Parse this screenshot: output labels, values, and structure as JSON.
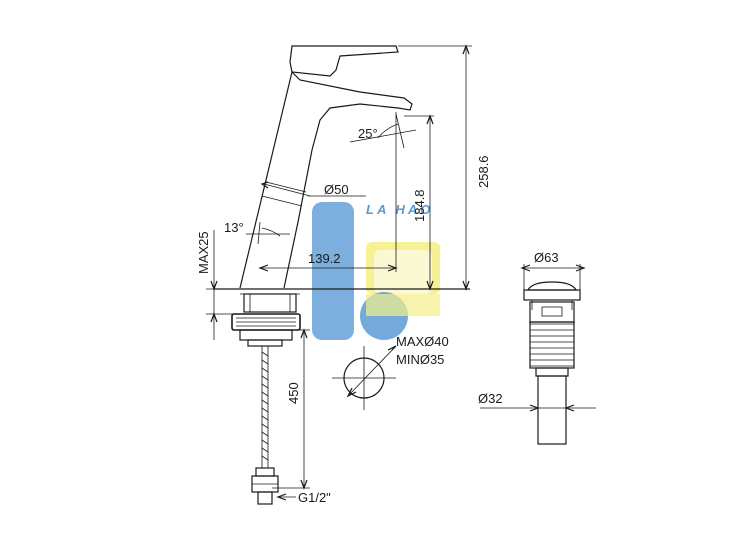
{
  "labels": {
    "height_total": "258.6",
    "height_spout": "184.8",
    "reach": "139.2",
    "diameter_body": "Ø50",
    "angle_spout": "25°",
    "angle_body": "13°",
    "max_deck": "MAX25",
    "hose_length": "450",
    "hose_thread": "G1/2\"",
    "hole_max": "MAXØ40",
    "hole_min": "MINØ35",
    "waste_top": "Ø63",
    "waste_pipe": "Ø32"
  },
  "watermark": {
    "text": "LA HAO",
    "blue": "#5b9bd5",
    "yellow": "#f5f08a"
  }
}
